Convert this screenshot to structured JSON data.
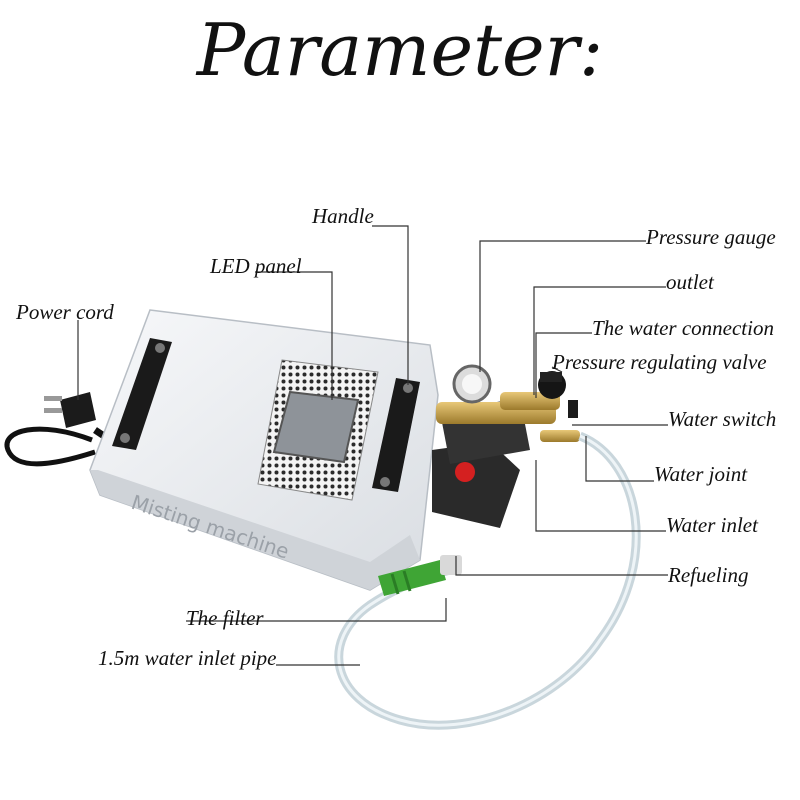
{
  "title": "Parameter:",
  "machine_text": "Misting machine",
  "labels": {
    "handle": "Handle",
    "led_panel": "LED panel",
    "power_cord": "Power cord",
    "pressure_gauge": "Pressure gauge",
    "outlet": "outlet",
    "water_connection": "The water connection",
    "pressure_valve": "Pressure regulating valve",
    "water_switch": "Water switch",
    "water_joint": "Water joint",
    "water_inlet": "Water inlet",
    "refueling": "Refueling",
    "filter": "The filter",
    "inlet_pipe": "1.5m water inlet pipe"
  },
  "colors": {
    "machine_body": "#eef0f3",
    "handle": "#1a1a1a",
    "pump_body": "#2a2a2a",
    "brass": "#c9a24a",
    "refuel_cap": "#d42020",
    "filter": "#3fa535",
    "pipe": "#c9d6dc"
  }
}
